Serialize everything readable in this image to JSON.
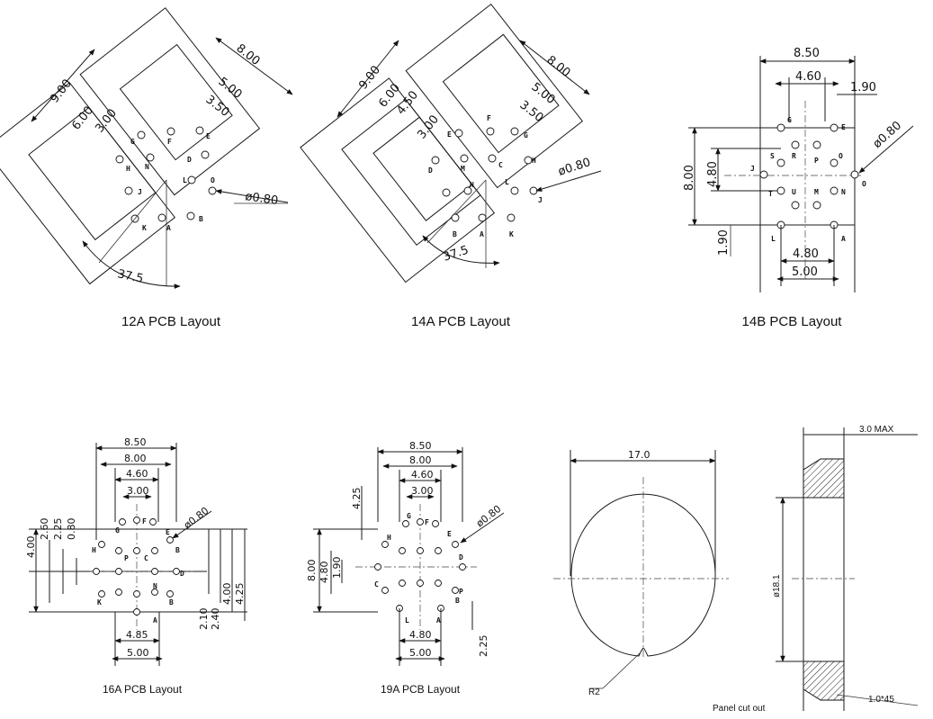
{
  "captions": {
    "c12a": "12A PCB Layout",
    "c14a": "14A PCB Layout",
    "c14b": "14B PCB Layout",
    "c16a": "16A PCB Layout",
    "c19a": "19A PCB Layout",
    "panel": "Panel cut out"
  },
  "l12a": {
    "d900": "9.00",
    "d600": "6.00",
    "d300": "3.00",
    "d800": "8.00",
    "d500": "5.00",
    "d350": "3.50",
    "dia": "ø0.80",
    "ang": "37.5",
    "pins": [
      "G",
      "F",
      "E",
      "H",
      "N",
      "D",
      "J",
      "L",
      "O",
      "K",
      "A",
      "B"
    ]
  },
  "l14a": {
    "d900": "9.00",
    "d600": "6.00",
    "d450": "4.50",
    "d300": "3.00",
    "d800": "8.00",
    "d500": "5.00",
    "d350": "3.50",
    "dia": "ø0.80",
    "ang": "37.5",
    "pins": [
      "E",
      "F",
      "G",
      "D",
      "M",
      "C",
      "H",
      "N",
      "L",
      "J",
      "B",
      "A",
      "K"
    ]
  },
  "l14b": {
    "d850": "8.50",
    "d460": "4.60",
    "d190t": "1.90",
    "d800": "8.00",
    "d480v": "4.80",
    "d190l": "1.90",
    "d480b": "4.80",
    "d500": "5.00",
    "dia": "ø0.80",
    "pins": [
      "G",
      "E",
      "R",
      "P",
      "S",
      "J",
      "O",
      "T",
      "U",
      "M",
      "N",
      "L",
      "A",
      "O"
    ]
  },
  "l16a": {
    "d850": "8.50",
    "d800": "8.00",
    "d460": "4.60",
    "d300": "3.00",
    "d400": "4.00",
    "d260": "2.60",
    "d225": "2.25",
    "d080": "0.80",
    "d210": "2.10",
    "d240": "2.40",
    "d400r": "4.00",
    "d425": "4.25",
    "d485": "4.85",
    "d500": "5.00",
    "dia": "ø0.80",
    "pins": [
      "G",
      "F",
      "H",
      "E",
      "P",
      "C",
      "B",
      "D",
      "N",
      "K",
      "B",
      "A"
    ]
  },
  "l19a": {
    "d850": "8.50",
    "d800": "8.00",
    "d460": "4.60",
    "d300": "3.00",
    "d425": "4.25",
    "d800l": "8.00",
    "d480l": "4.80",
    "d190l": "1.90",
    "d480b": "4.80",
    "d500": "5.00",
    "d225": "2.25",
    "dia": "ø0.80",
    "pins": [
      "G",
      "F",
      "H",
      "E",
      "D",
      "C",
      "P",
      "B",
      "L",
      "A"
    ]
  },
  "panel": {
    "d170": "17.0",
    "r": "R2",
    "d181": "ø18.1",
    "d30": "3.0 MAX",
    "ch": "1.0*45"
  }
}
